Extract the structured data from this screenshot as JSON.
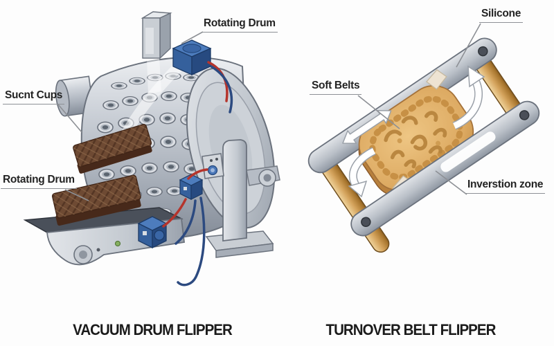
{
  "diagram": {
    "background": "#fdfdfd",
    "left": {
      "title": "VACUUM DRUM FLIPPER",
      "labels": {
        "rotating_drum_top": "Rotating Drum",
        "suction_cups": "Sucnt Cups",
        "rotating_drum_bottom": "Rotating Drum"
      }
    },
    "right": {
      "title": "TURNOVER BELT FLIPPER",
      "labels": {
        "silicone": "Silicone",
        "soft_belts": "Soft Belts",
        "inversion_zone": "Inverstion zone"
      }
    },
    "colors": {
      "metal_light": "#dfe2e6",
      "metal_mid": "#b9bfc8",
      "metal_dark": "#8c93a0",
      "outline": "#6b727d",
      "accent_blue": "#4d7cbd",
      "accent_blue_dark": "#274a80",
      "wire_red": "#b5342c",
      "wire_navy": "#2c4a80",
      "wafer_brown": "#6e4a33",
      "cookie_tan": "#e2b26c",
      "roller_gold": "#d4a35c",
      "label_text": "#232323"
    }
  }
}
